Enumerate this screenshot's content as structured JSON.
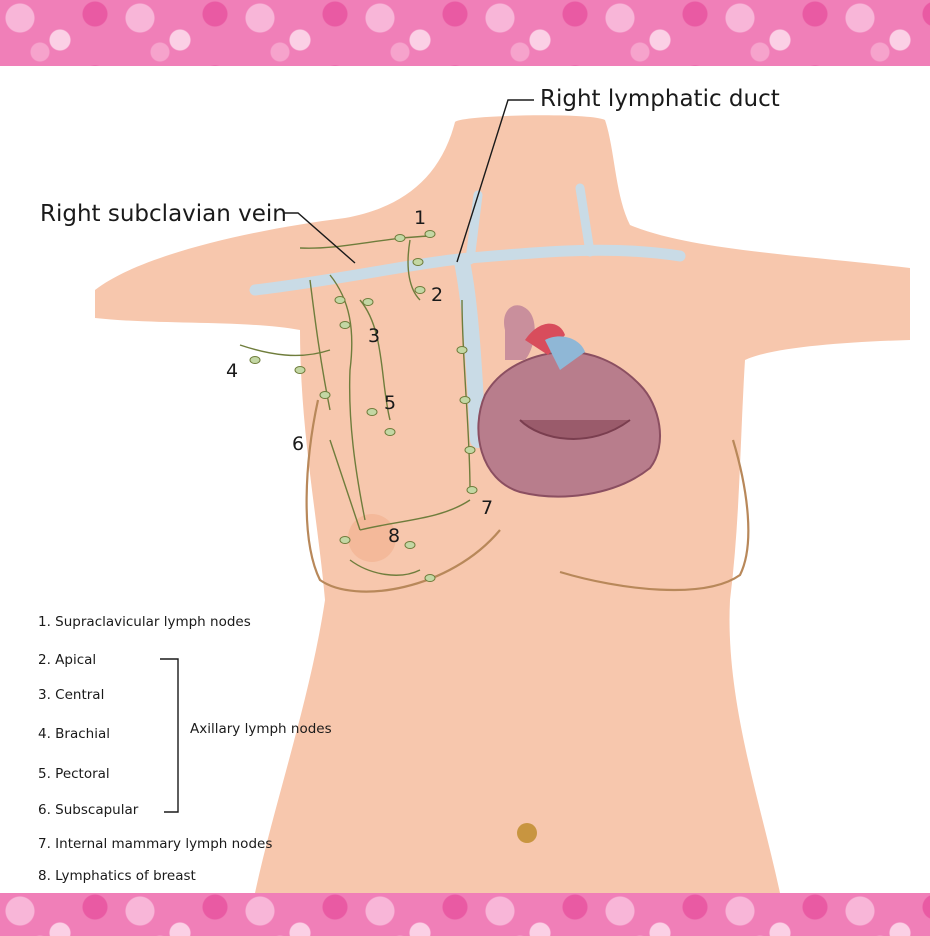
{
  "callouts": {
    "right_lymphatic_duct": "Right lymphatic duct",
    "right_subclavian_vein": "Right subclavian vein"
  },
  "node_numbers": [
    "1",
    "2",
    "3",
    "4",
    "5",
    "6",
    "7",
    "8"
  ],
  "legend": [
    "1. Supraclavicular lymph nodes",
    "2. Apical",
    "3. Central",
    "4. Brachial",
    "5. Pectoral",
    "6. Subscapular",
    "7. Internal mammary lymph nodes",
    "8. Lymphatics of breast"
  ],
  "axillary_group": "Axillary lymph nodes",
  "colors": {
    "skin": "#f7c7ad",
    "skin_outline": "#b8885a",
    "vein": "#c9dbe6",
    "lymph": "#6f7d3c",
    "node": "#c3d7a4",
    "heart": "#b87d8c",
    "heart_dark": "#8b4f61",
    "navel": "#c89540",
    "band": "#f07fb8"
  }
}
